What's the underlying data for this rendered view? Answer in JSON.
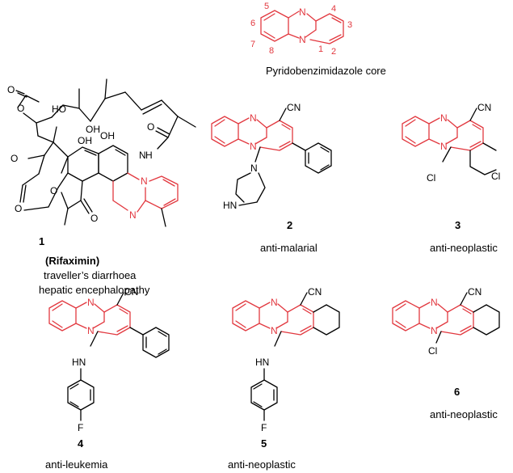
{
  "core": {
    "name": "Pyridobenzimidazole core",
    "numbers": [
      "1",
      "2",
      "3",
      "4",
      "5",
      "6",
      "7",
      "8"
    ],
    "n_label": "N"
  },
  "compounds": [
    {
      "number": "1",
      "name": "(Rifaximin)",
      "uses": [
        "traveller’s diarrhoea",
        "hepatic encephalopathy"
      ]
    },
    {
      "number": "2",
      "uses": [
        "anti-malarial"
      ]
    },
    {
      "number": "3",
      "uses": [
        "anti-neoplastic"
      ]
    },
    {
      "number": "4",
      "uses": [
        "anti-leukemia"
      ]
    },
    {
      "number": "5",
      "uses": [
        "anti-neoplastic"
      ]
    },
    {
      "number": "6",
      "uses": [
        "anti-neoplastic"
      ]
    }
  ],
  "atoms": {
    "cn": "CN",
    "cl": "Cl",
    "hn": "HN",
    "f": "F",
    "n": "N",
    "o": "O",
    "oh": "OH",
    "ho": "HO"
  },
  "colors": {
    "core": "#e2383f",
    "bond": "#000000"
  }
}
